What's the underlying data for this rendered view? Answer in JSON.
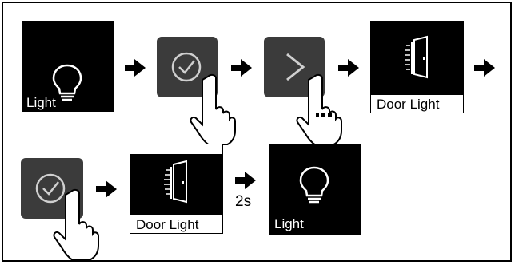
{
  "steps": {
    "light_label": "Light",
    "door_light_label": "Door Light",
    "hold_duration": "2s"
  },
  "icons": {
    "bulb": "lightbulb-icon",
    "check": "check-circle-icon",
    "next": "chevron-right-icon",
    "door": "door-icon",
    "hand": "hand-pointer-icon",
    "arrow": "arrow-right-icon"
  },
  "colors": {
    "tile_black": "#000000",
    "button_gray": "#3b3b3b",
    "icon_light": "#cfcfcf"
  }
}
